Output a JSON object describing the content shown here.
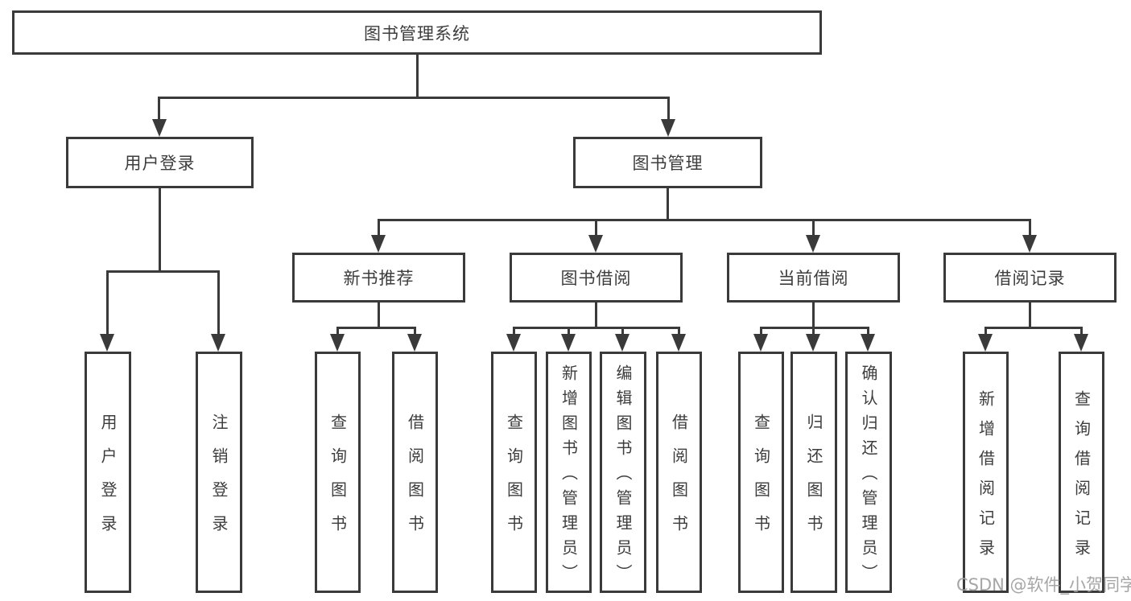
{
  "tree": {
    "root": "图书管理系统",
    "branches": [
      {
        "label": "用户登录",
        "children": [
          "用户登录",
          "注销登录"
        ]
      },
      {
        "label": "图书管理",
        "groups": [
          {
            "label": "新书推荐",
            "children": [
              "查询图书",
              "借阅图书"
            ]
          },
          {
            "label": "图书借阅",
            "children": [
              "查询图书",
              "新增图书（管理员）",
              "编辑图书（管理员）",
              "借阅图书"
            ]
          },
          {
            "label": "当前借阅",
            "children": [
              "查询图书",
              "归还图书",
              "确认归还（管理员）"
            ]
          },
          {
            "label": "借阅记录",
            "children": [
              "新增借阅记录",
              "查询借阅记录"
            ]
          }
        ]
      }
    ]
  },
  "watermark": "CSDN @软件_小贺同学",
  "colors": {
    "line": "#3a3a3a",
    "text": "#3d3d3d",
    "watermark": "#9e9e9e",
    "background": "#ffffff"
  }
}
